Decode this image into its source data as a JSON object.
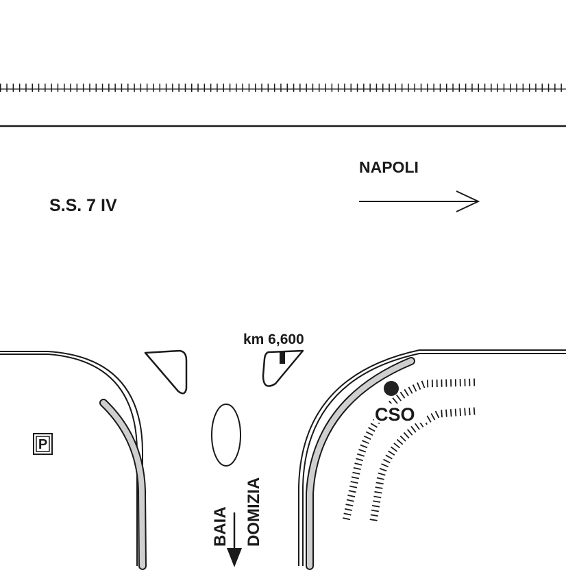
{
  "road_name": "S.S. 7 IV",
  "direction_east": "NAPOLI",
  "direction_south": [
    "BAIA",
    "DOMIZIA"
  ],
  "km_marker": "km 6,600",
  "accident_point": "CSO",
  "parking_symbol": "P",
  "colors": {
    "line": "#1a1a1a",
    "guardrail_fill": "#cfcfcf",
    "accident_dot": "#222222"
  }
}
